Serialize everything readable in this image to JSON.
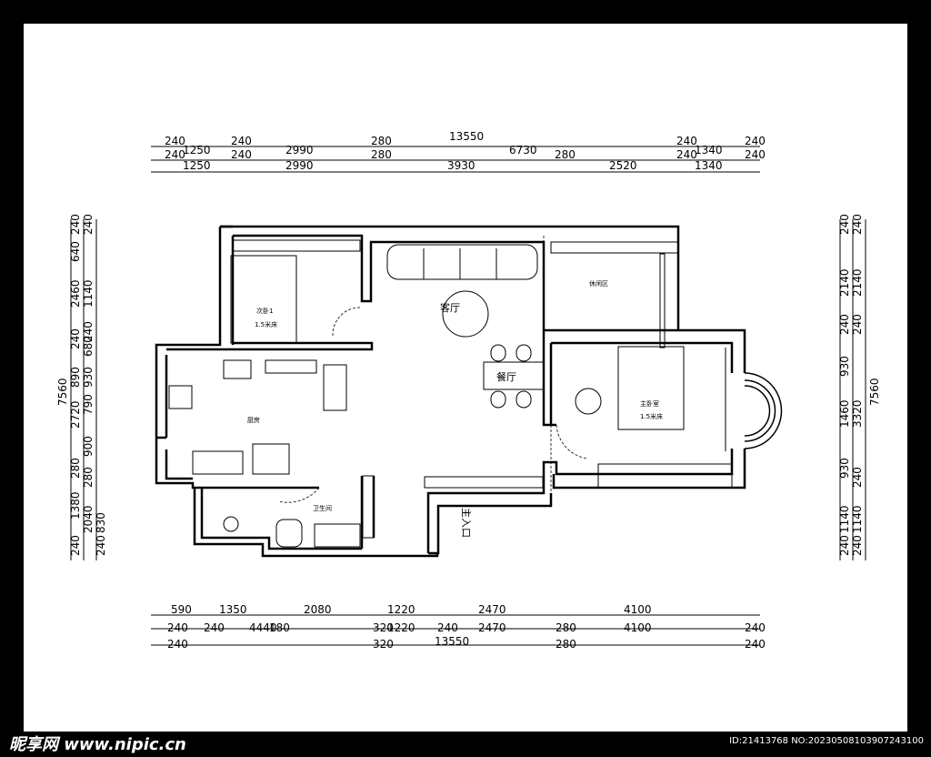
{
  "dims_top_row1": [
    "240",
    "1250",
    "240",
    "2990",
    "280",
    "6730",
    "240",
    "1340",
    "240"
  ],
  "dims_top_total": "13550",
  "dims_top_row2": [
    "240",
    "1250",
    "240",
    "2990",
    "280",
    "3930",
    "280",
    "2520",
    "240",
    "1340",
    "240"
  ],
  "dims_bottom_row1": [
    "590",
    "1350",
    "2080",
    "1220",
    "2470",
    "4100"
  ],
  "dims_bottom_row2": [
    "240",
    "240",
    "4440",
    "180",
    "320",
    "1220",
    "240",
    "2470",
    "280",
    "4100",
    "240"
  ],
  "dims_bottom_row3": [
    "240",
    "320",
    "13550",
    "280",
    "240"
  ],
  "dims_left_total": "7560",
  "dims_left_a": [
    "240",
    "640",
    "2460",
    "240",
    "890",
    "2720",
    "280",
    "1380",
    "240"
  ],
  "dims_left_b": [
    "240",
    "1140",
    "240",
    "680",
    "930",
    "790",
    "900",
    "280",
    "2040",
    "830",
    "240"
  ],
  "dims_right_a": [
    "240",
    "2140",
    "240",
    "930",
    "1460",
    "930",
    "1140",
    "240"
  ],
  "dims_right_b": [
    "240",
    "2140",
    "240",
    "3320",
    "240",
    "1140",
    "240"
  ],
  "dims_right_total": "7560",
  "rooms": {
    "living": "客厅",
    "dining": "餐厅",
    "second_bedroom": "次卧1",
    "second_bed": "1.5米床",
    "leisure": "休闲区",
    "master_bedroom": "主卧室",
    "master_bed": "1.5米床",
    "kitchen": "厨房",
    "bathroom": "卫生间",
    "entrance": "主入口"
  },
  "footer": {
    "watermark": "昵享网 www.nipic.cn",
    "id_text": "ID:21413768 NO:20230508103907243100"
  }
}
